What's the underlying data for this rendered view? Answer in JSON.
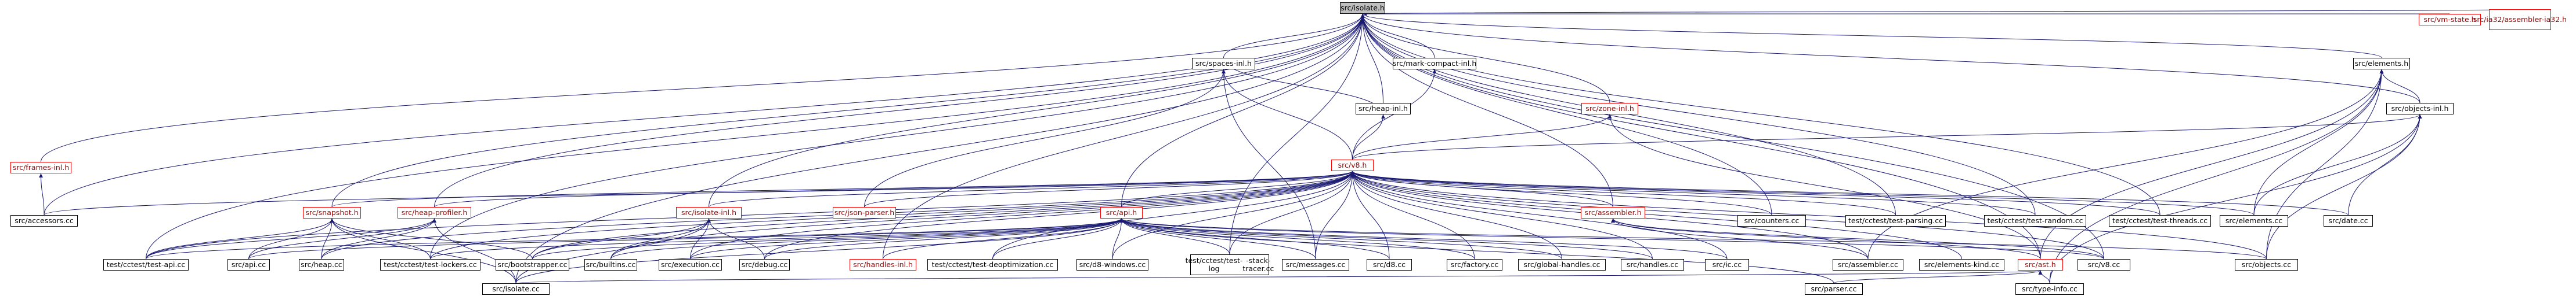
{
  "graph": {
    "edge_color": "#191970",
    "node_border_color": "#000000",
    "linked_node_border_color": "#ff0000",
    "root_fill_color": "#bfbfbf",
    "nodes": [
      {
        "id": "isolate_h",
        "label": "src/isolate.h",
        "root": true
      },
      {
        "id": "frames_inl",
        "label": "src/frames-inl.h",
        "red": true
      },
      {
        "id": "accessors",
        "label": "src/accessors.cc"
      },
      {
        "id": "spaces_inl",
        "label": "src/spaces-inl.h"
      },
      {
        "id": "mark_compact_inl",
        "label": "src/mark-compact-inl.h"
      },
      {
        "id": "heap_inl",
        "label": "src/heap-inl.h"
      },
      {
        "id": "zone_inl",
        "label": "src/zone-inl.h",
        "red": true
      },
      {
        "id": "elements_h",
        "label": "src/elements.h"
      },
      {
        "id": "vm_state",
        "label": "src/vm-state.h",
        "red": true
      },
      {
        "id": "ia32_assembler",
        "label": "src/ia32/assembler-ia32.h",
        "red": true
      },
      {
        "id": "objects_inl",
        "label": "src/objects-inl.h"
      },
      {
        "id": "v8_h",
        "label": "src/v8.h",
        "red": true
      },
      {
        "id": "snapshot_h",
        "label": "src/snapshot.h",
        "red": true
      },
      {
        "id": "heap_profiler",
        "label": "src/heap-profiler.h",
        "red": true
      },
      {
        "id": "isolate_inl",
        "label": "src/isolate-inl.h",
        "red": true
      },
      {
        "id": "json_parser",
        "label": "src/json-parser.h",
        "red": true
      },
      {
        "id": "api_h",
        "label": "src/api.h",
        "red": true
      },
      {
        "id": "assembler_h",
        "label": "src/assembler.h",
        "red": true
      },
      {
        "id": "counters",
        "label": "src/counters.cc"
      },
      {
        "id": "test_parsing",
        "label": "test/cctest/test-parsing.cc"
      },
      {
        "id": "test_random",
        "label": "test/cctest/test-random.cc"
      },
      {
        "id": "test_threads",
        "label": "test/cctest/test-threads.cc"
      },
      {
        "id": "elements_cc",
        "label": "src/elements.cc"
      },
      {
        "id": "date_cc",
        "label": "src/date.cc"
      },
      {
        "id": "test_api",
        "label": "test/cctest/test-api.cc"
      },
      {
        "id": "api_cc",
        "label": "src/api.cc"
      },
      {
        "id": "heap_cc",
        "label": "src/heap.cc"
      },
      {
        "id": "test_lockers",
        "label": "test/cctest/test-lockers.cc"
      },
      {
        "id": "bootstrapper",
        "label": "src/bootstrapper.cc"
      },
      {
        "id": "builtins",
        "label": "src/builtins.cc"
      },
      {
        "id": "execution",
        "label": "src/execution.cc"
      },
      {
        "id": "debug_cc",
        "label": "src/debug.cc"
      },
      {
        "id": "handles_inl",
        "label": "src/handles-inl.h",
        "red": true
      },
      {
        "id": "test_deopt",
        "label": "test/cctest/test-deoptimization.cc"
      },
      {
        "id": "d8_windows",
        "label": "src/d8-windows.cc"
      },
      {
        "id": "test_log_stack",
        "label": "test/cctest/test-log-stack-tracer.cc",
        "two_line": [
          "test/cctest/test-log",
          "-stack-tracer.cc"
        ]
      },
      {
        "id": "messages",
        "label": "src/messages.cc"
      },
      {
        "id": "d8_cc",
        "label": "src/d8.cc"
      },
      {
        "id": "factory",
        "label": "src/factory.cc"
      },
      {
        "id": "global_handles",
        "label": "src/global-handles.cc"
      },
      {
        "id": "handles_cc",
        "label": "src/handles.cc"
      },
      {
        "id": "ic_cc",
        "label": "src/ic.cc"
      },
      {
        "id": "assembler_cc",
        "label": "src/assembler.cc"
      },
      {
        "id": "elements_kind",
        "label": "src/elements-kind.cc"
      },
      {
        "id": "ast_h",
        "label": "src/ast.h",
        "red": true
      },
      {
        "id": "v8_cc",
        "label": "src/v8.cc"
      },
      {
        "id": "objects_cc",
        "label": "src/objects.cc"
      },
      {
        "id": "isolate_cc",
        "label": "src/isolate.cc"
      },
      {
        "id": "parser_cc",
        "label": "src/parser.cc"
      },
      {
        "id": "type_info",
        "label": "src/type-info.cc"
      }
    ]
  }
}
